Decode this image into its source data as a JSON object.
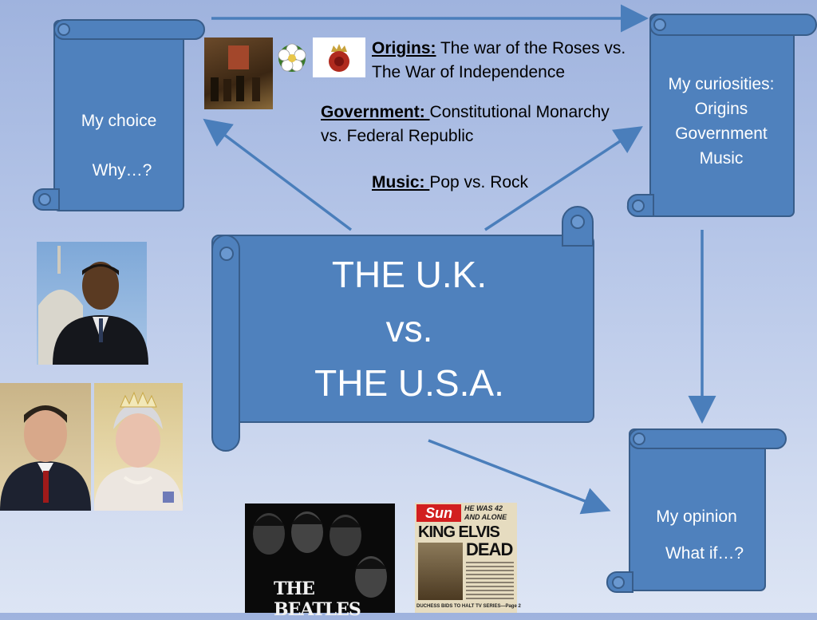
{
  "scrolls": {
    "choice": {
      "title": "My choice",
      "sub": "Why…?"
    },
    "curiosities": {
      "lines": [
        "My curiosities:",
        "Origins",
        "Government",
        "Music"
      ]
    },
    "main": {
      "line1": "THE U.K.",
      "line2": "vs.",
      "line3": "THE U.S.A."
    },
    "opinion": {
      "title": "My opinion",
      "sub": "What if…?"
    }
  },
  "notes": {
    "origins": {
      "label": "Origins:",
      "text1": " The war of the Roses vs.",
      "text2": "The War of Independence"
    },
    "government": {
      "label": "Government: ",
      "text1": "Constitutional Monarchy",
      "text2": "vs. Federal Republic"
    },
    "music": {
      "label": "Music: ",
      "text": "Pop vs. Rock"
    }
  },
  "images": {
    "beatles_caption": "THE BEATLES",
    "sun_masthead": "Sun",
    "sun_topline": "HE WAS 42 AND ALONE",
    "sun_headline1": "KING ELVIS",
    "sun_headline2": "DEAD",
    "sun_strap": "DUCHESS BIDS TO HALT TV SERIES—Page 2"
  },
  "colors": {
    "scroll_fill": "#4f81bd",
    "scroll_stroke": "#385d8a",
    "arrow": "#4a7ebb"
  }
}
